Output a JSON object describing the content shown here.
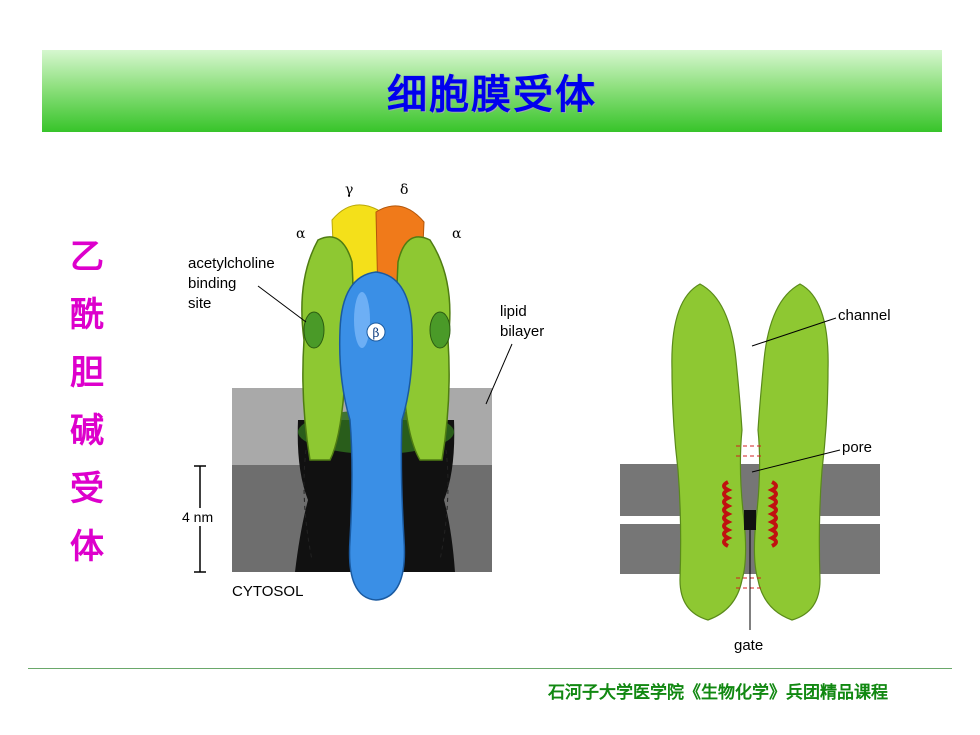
{
  "title": "细胞膜受体",
  "side_label": [
    "乙",
    "酰",
    "胆",
    "碱",
    "受",
    "体"
  ],
  "left_diagram": {
    "subunits": {
      "gamma": "γ",
      "delta": "δ",
      "alpha_left": "α",
      "alpha_right": "α",
      "beta": "β"
    },
    "labels": {
      "binding_1": "acetylcholine",
      "binding_2": "binding",
      "binding_3": "site",
      "lipid_1": "lipid",
      "lipid_2": "bilayer",
      "scale": "4 nm",
      "cytosol": "CYTOSOL"
    }
  },
  "right_diagram": {
    "labels": {
      "channel": "channel",
      "pore": "pore",
      "gate": "gate"
    }
  },
  "footer": "石河子大学医学院《生物化学》兵团精品课程",
  "colors": {
    "green": "#8ec832",
    "blue": "#3a8fe6",
    "yellow": "#f4e01a",
    "orange": "#f07a1a",
    "membrane_light": "#a8a8a8",
    "membrane_dark": "#707070",
    "accent_title": "#0000ee",
    "accent_side": "#dd00cc",
    "footer": "#118811"
  }
}
